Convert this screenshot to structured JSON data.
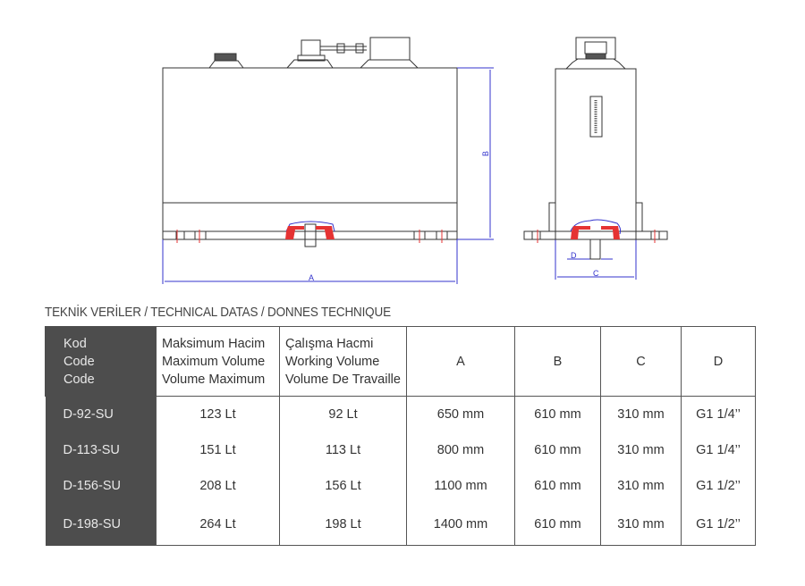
{
  "drawing": {
    "dim_a": "A",
    "dim_b": "B",
    "dim_c": "C",
    "dim_d": "D"
  },
  "title": "TEKNİK VERİLER / TECHNICAL DATAS  /  DONNES TECHNIQUE",
  "table": {
    "headers": {
      "code": [
        "Kod",
        "Code",
        "Code"
      ],
      "max_volume": [
        "Maksimum Hacim",
        "Maximum Volume",
        "Volume Maximum"
      ],
      "working_volume": [
        "Çalışma Hacmi",
        "Working Volume",
        "Volume De Travaille"
      ],
      "a": "A",
      "b": "B",
      "c": "C",
      "d": "D"
    },
    "rows": [
      {
        "code": "D-92-SU",
        "max": "123 Lt",
        "work": "92 Lt",
        "a": "650 mm",
        "b": "610 mm",
        "c": "310 mm",
        "d": "G1 1/4’’"
      },
      {
        "code": "D-113-SU",
        "max": "151 Lt",
        "work": "113 Lt",
        "a": "800 mm",
        "b": "610 mm",
        "c": "310 mm",
        "d": "G1 1/4’’"
      },
      {
        "code": "D-156-SU",
        "max": "208 Lt",
        "work": "156 Lt",
        "a": "1100 mm",
        "b": "610 mm",
        "c": "310 mm",
        "d": "G1 1/2’’"
      },
      {
        "code": "D-198-SU",
        "max": "264 Lt",
        "work": "198 Lt",
        "a": "1400 mm",
        "b": "610 mm",
        "c": "310 mm",
        "d": "G1 1/2’’"
      }
    ]
  },
  "colors": {
    "line": "#333333",
    "dimension": "#3333cc",
    "section": "#e53333",
    "code_bg": "#4d4d4d"
  }
}
